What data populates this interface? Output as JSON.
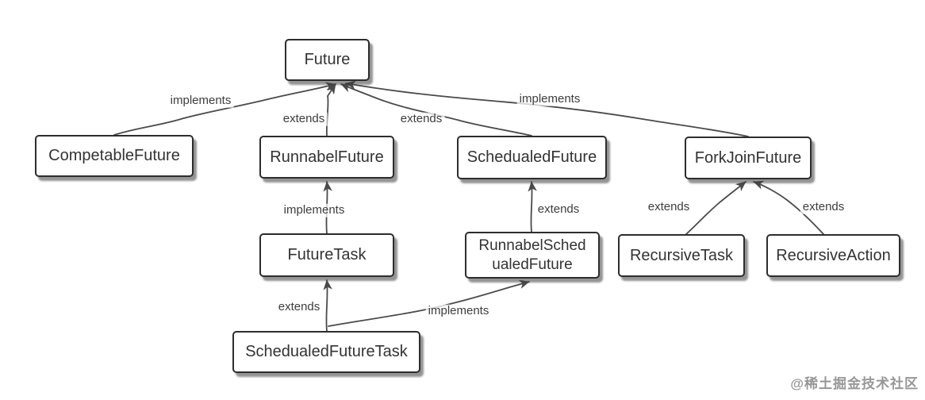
{
  "diagram": {
    "nodes": [
      {
        "id": "future",
        "label": "Future"
      },
      {
        "id": "competable-future",
        "label": "CompetableFuture"
      },
      {
        "id": "runnabel-future",
        "label": "RunnabelFuture"
      },
      {
        "id": "schedualed-future",
        "label": "SchedualedFuture"
      },
      {
        "id": "forkjoin-future",
        "label": "ForkJoinFuture"
      },
      {
        "id": "future-task",
        "label": "FutureTask"
      },
      {
        "id": "runnabel-schedualed-future",
        "label": "RunnabelSched\nualedFuture"
      },
      {
        "id": "recursive-task",
        "label": "RecursiveTask"
      },
      {
        "id": "recursive-action",
        "label": "RecursiveAction"
      },
      {
        "id": "schedualed-future-task",
        "label": "SchedualedFutureTask"
      }
    ],
    "edges": [
      {
        "from": "competable-future",
        "to": "future",
        "label": "implements"
      },
      {
        "from": "runnabel-future",
        "to": "future",
        "label": "extends"
      },
      {
        "from": "schedualed-future",
        "to": "future",
        "label": "extends"
      },
      {
        "from": "forkjoin-future",
        "to": "future",
        "label": "implements"
      },
      {
        "from": "future-task",
        "to": "runnabel-future",
        "label": "implements"
      },
      {
        "from": "runnabel-schedualed-future",
        "to": "schedualed-future",
        "label": "extends"
      },
      {
        "from": "recursive-task",
        "to": "forkjoin-future",
        "label": "extends"
      },
      {
        "from": "recursive-action",
        "to": "forkjoin-future",
        "label": "extends"
      },
      {
        "from": "schedualed-future-task",
        "to": "future-task",
        "label": "extends"
      },
      {
        "from": "schedualed-future-task",
        "to": "runnabel-schedualed-future",
        "label": "implements"
      }
    ],
    "watermark": "@稀土掘金技术社区",
    "colors": {
      "background": "#ffffff",
      "box_border": "#2d2d2d",
      "box_fill": "#ffffff",
      "edge_stroke": "#4a4a4a",
      "text": "#333333",
      "watermark": "#979797"
    }
  }
}
